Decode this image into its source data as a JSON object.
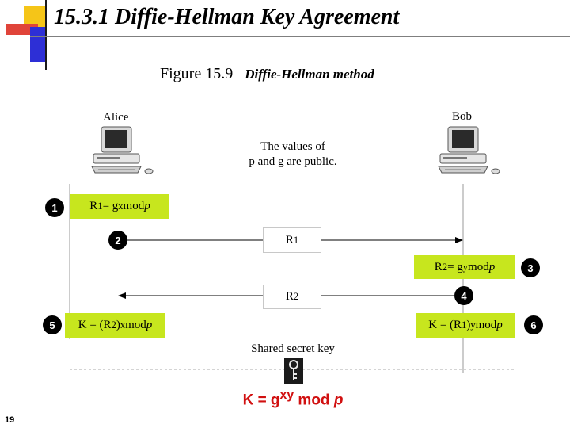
{
  "slide": {
    "title": "15.3.1  Diffie-Hellman Key Agreement",
    "figure_number": "Figure 15.9",
    "figure_caption": "Diffie-Hellman method",
    "page_number": "19",
    "title_decoration_colors": [
      "#f5c518",
      "#e0443a",
      "#2d2fd6"
    ]
  },
  "diagram": {
    "alice_label": "Alice",
    "bob_label": "Bob",
    "public_note_line1": "The values of",
    "public_note_line2": "p and g are public.",
    "shared_label": "Shared secret key",
    "formula_color": "#c7e61e",
    "steps": [
      {
        "num": "1",
        "formula_html": "R<sub>1</sub> = g<sup>x</sup> mod <i>p</i>"
      },
      {
        "num": "2",
        "message_html": "R<sub>1</sub>"
      },
      {
        "num": "3",
        "formula_html": "R<sub>2</sub> = g<sup>y</sup> mod <i>p</i>"
      },
      {
        "num": "4",
        "message_html": "R<sub>2</sub>"
      },
      {
        "num": "5",
        "formula_html": "K = (R<sub>2</sub>)<sup>x</sup> mod <i>p</i>"
      },
      {
        "num": "6",
        "formula_html": "K = (R<sub>1</sub>)<sup>y</sup> mod <i>p</i>"
      }
    ],
    "final_formula_html": "K = g<sup>xy</sup> mod <i>p</i>",
    "final_color": "#d11010",
    "icons": [
      "computer-icon",
      "key-icon"
    ]
  }
}
